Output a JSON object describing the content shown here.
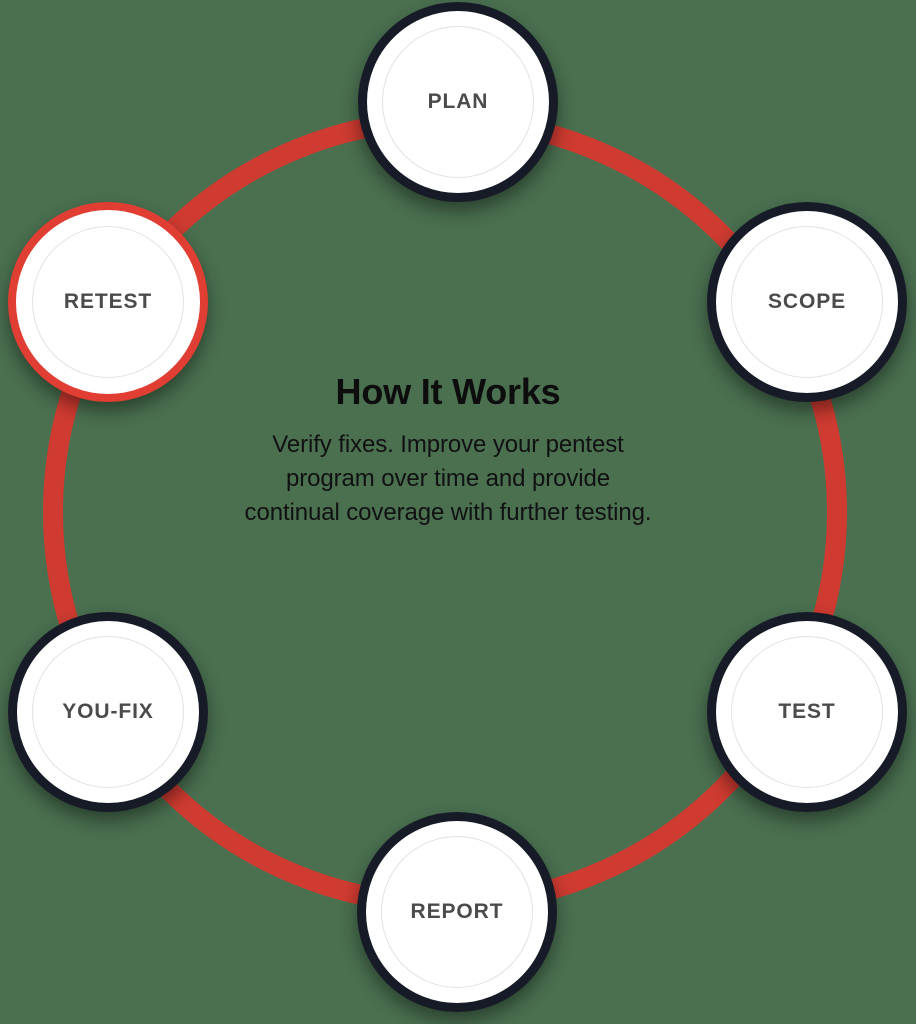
{
  "diagram": {
    "type": "cycle",
    "background_color": "#4a7050",
    "accent_color": "#e03e33",
    "node_ring_color": "#161b27",
    "label_color": "#4b4b4b",
    "title": "How It Works",
    "description": "Verify fixes. Improve your pentest program over time and provide continual coverage with further testing.",
    "description_lines": [
      "Verify fixes. Improve your pentest",
      "program over time and provide",
      "continual coverage with further testing."
    ],
    "nodes": [
      {
        "id": "plan",
        "label": "PLAN",
        "state": "default"
      },
      {
        "id": "scope",
        "label": "SCOPE",
        "state": "default"
      },
      {
        "id": "test",
        "label": "TEST",
        "state": "default"
      },
      {
        "id": "report",
        "label": "REPORT",
        "state": "default"
      },
      {
        "id": "youfix",
        "label": "YOU-FIX",
        "state": "default"
      },
      {
        "id": "retest",
        "label": "RETEST",
        "state": "highlighted"
      }
    ]
  }
}
